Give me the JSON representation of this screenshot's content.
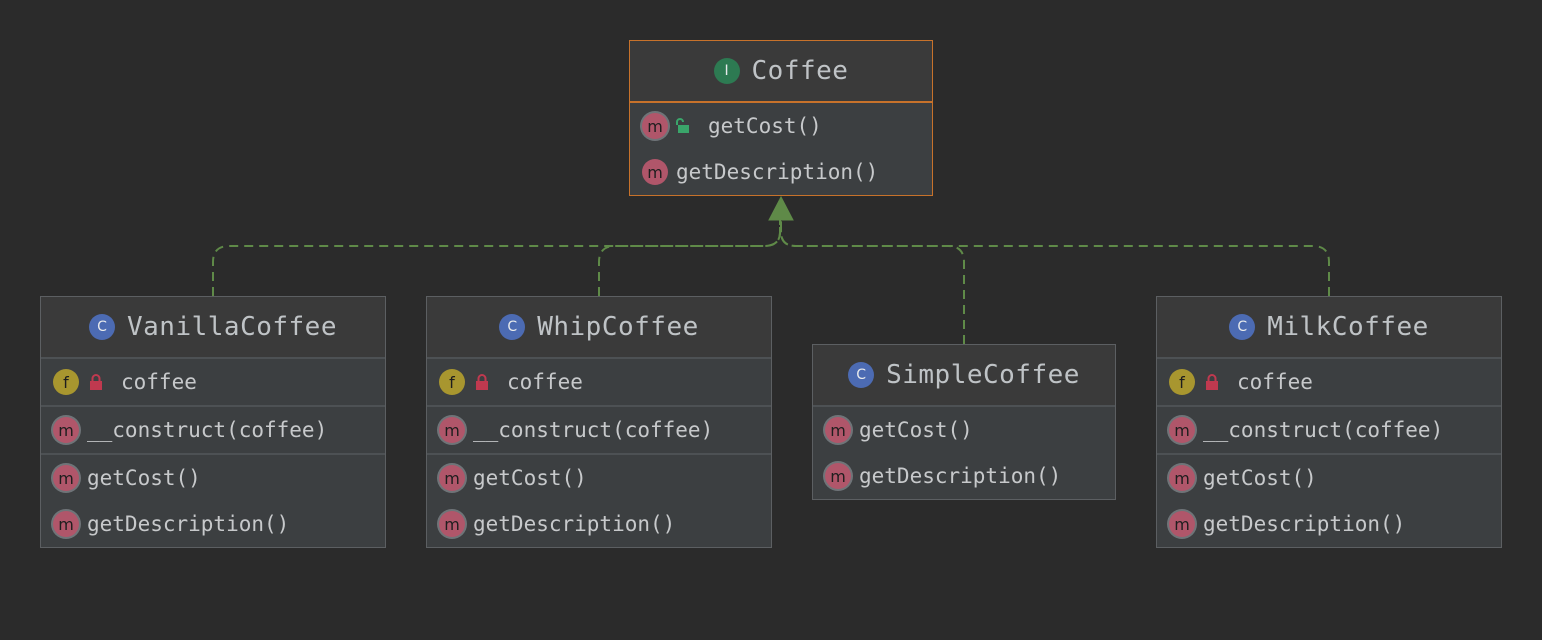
{
  "interface": {
    "kind": "I",
    "name": "Coffee",
    "methods": [
      {
        "label": "getCost()",
        "icon": "method-icon"
      },
      {
        "label": "getDescription()",
        "icon": "method-icon"
      }
    ]
  },
  "classes": [
    {
      "kind": "C",
      "name": "VanillaCoffee",
      "field": "coffee",
      "constructor": "__construct(coffee)",
      "methods": [
        "getCost()",
        "getDescription()"
      ]
    },
    {
      "kind": "C",
      "name": "WhipCoffee",
      "field": "coffee",
      "constructor": "__construct(coffee)",
      "methods": [
        "getCost()",
        "getDescription()"
      ]
    },
    {
      "kind": "C",
      "name": "SimpleCoffee",
      "methods": [
        "getCost()",
        "getDescription()"
      ]
    },
    {
      "kind": "C",
      "name": "MilkCoffee",
      "field": "coffee",
      "constructor": "__construct(coffee)",
      "methods": [
        "getCost()",
        "getDescription()"
      ]
    }
  ],
  "icons": {
    "method": "m",
    "field": "f"
  },
  "colors": {
    "background": "#2b2b2b",
    "interface_border": "#c7722b",
    "connector": "#5f8a48",
    "method_icon": "#b0566a",
    "field_icon": "#a8962f",
    "class_icon": "#4c6bb3",
    "interface_icon": "#2d7a52"
  }
}
